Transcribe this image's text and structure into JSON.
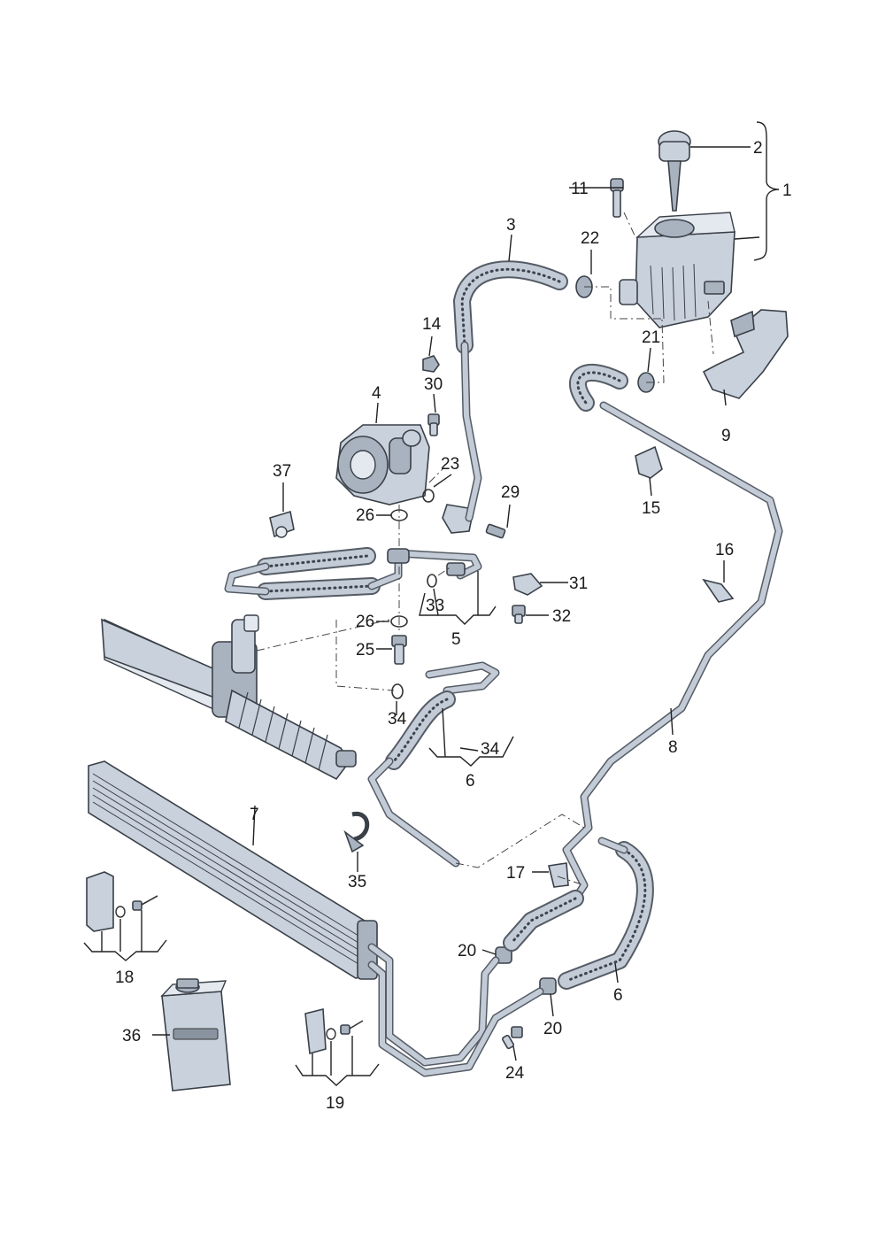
{
  "diagram": {
    "callouts": {
      "c1": "1",
      "c2": "2",
      "c3": "3",
      "c4": "4",
      "c5": "5",
      "c6a": "6",
      "c6b": "6",
      "c7": "7",
      "c8": "8",
      "c9": "9",
      "c11": "11",
      "c14": "14",
      "c15": "15",
      "c16": "16",
      "c17": "17",
      "c18": "18",
      "c19": "19",
      "c20a": "20",
      "c20b": "20",
      "c21": "21",
      "c22": "22",
      "c23": "23",
      "c24": "24",
      "c25": "25",
      "c26a": "26",
      "c26b": "26",
      "c29": "29",
      "c30": "30",
      "c31": "31",
      "c32": "32",
      "c33": "33",
      "c34a": "34",
      "c34b": "34",
      "c35": "35",
      "c36": "36",
      "c37": "37"
    }
  }
}
